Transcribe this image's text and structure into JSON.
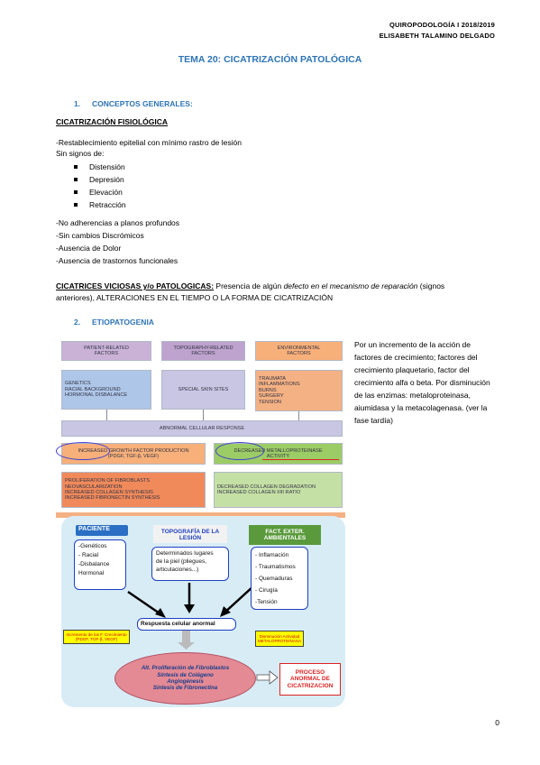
{
  "header": {
    "line1": "QUIROPODOLOGÍA I 2018/2019",
    "line2": "ELISABETH TALAMINO DELGADO"
  },
  "title": "TEMA 20: CICATRIZACIÓN PATOLÓGICA",
  "section1": {
    "num": "1.",
    "title": "CONCEPTOS GENERALES:"
  },
  "fisiologica": {
    "heading": "CICATRIZACIÓN FISIOLÓGICA",
    "line1": "-Restablecimiento epitelial con mínimo rastro de lesión",
    "line2": "Sin signos de:",
    "bullets": [
      "Distensión",
      "Depresión",
      "Elevación",
      "Retracción"
    ],
    "items": [
      "-No adherencias a planos profundos",
      "-Sin cambios Discrómicos",
      "-Ausencia de Dolor",
      "-Ausencia de trastornos funcionales"
    ]
  },
  "viciosas": {
    "heading": "CICATRICES VICIOSAS y/o PATOLOGICAS:",
    "text1": " Presencia de algún ",
    "italic": "defecto en el mecanismo de reparación",
    "text2": " (signos",
    "line2": "anteriores), ALTERACIONES EN EL TIEMPO O LA FORMA DE CICATRIZACIÓN"
  },
  "section2": {
    "num": "2.",
    "title": "ETIOPATOGENIA"
  },
  "side_text": "Por un incremento de la acción de factores de crecimiento; factores del crecimiento plaquetario, factor del crecimiento alfa o beta. Por disminución de las enzimas: metaloproteinasa, aiumidasa y la metacolagenasa. (ver la fase tardía)",
  "diagram1": {
    "patient": "PATIENT-RELATED\nFACTORS",
    "topo": "TOPOGRAPHY-RELATED\nFACTORS",
    "env": "ENVIRONMENTAL\nFACTORS",
    "genetics": "GENETICS\nRACIAL BACKGROUND\nHORMONAL DISBALANCE",
    "skin": "SPECIAL SKIN SITES",
    "trauma": "TRAUMATA\nINFLAMMATIONS\nBURNS\nSURGERY\nTENSION",
    "abnormal": "ABNORMAL CELLULAR RESPONSE",
    "increased": "INCREASED GROWTH FACTOR PRODUCTION\n(PDGF, TGF-β, VEGF)",
    "decreased": "DECREASED METALLOPROTEINASE\nACTIVITY",
    "prolif": "PROLIFERATION OF FIBROBLASTS\nNEOVASCULARIZATION\nINCREASED COLLAGEN SYNTHESIS\nINCREASED FIBRONECTIN SYNTHESIS",
    "degrad": "DECREASED COLLAGEN DEGRADATION\nINCREASED COLLAGEN I/III RATIO"
  },
  "diagram2": {
    "paciente": "PACIENTE",
    "paciente_items": "-Genéticos\n- Racial\n-Disbalance\n Hormonal",
    "topo_head": "TOPOGRAFÍA DE LA\nLESIÓN",
    "topo_body": "Determinados lugares\nde la piel (pliegues,\narticulaciones...)",
    "fact_head": "FACT. EXTER.\nAMBIENTALES",
    "fact_items": "- Inflamación\n- Traumatismos\n- Quemaduras\n- Cirugía\n-Tensión",
    "respuesta": "Respuesta celular anormal",
    "yellow1": "Incremento de los F. Crecimiento\n(PDGF, TGF-β, VEGF)",
    "yellow2": "Disminución Actividad\nMETALOPROTEINASA",
    "ellipse": "Alt. Proliferación de Fibroblastos\nSíntesis de Colágeno\nAngiogénesis\nSíntesis de Fibronectina",
    "proceso": "PROCESO\nANORMAL DE\nCICATRIZACION"
  },
  "page_number": "0"
}
